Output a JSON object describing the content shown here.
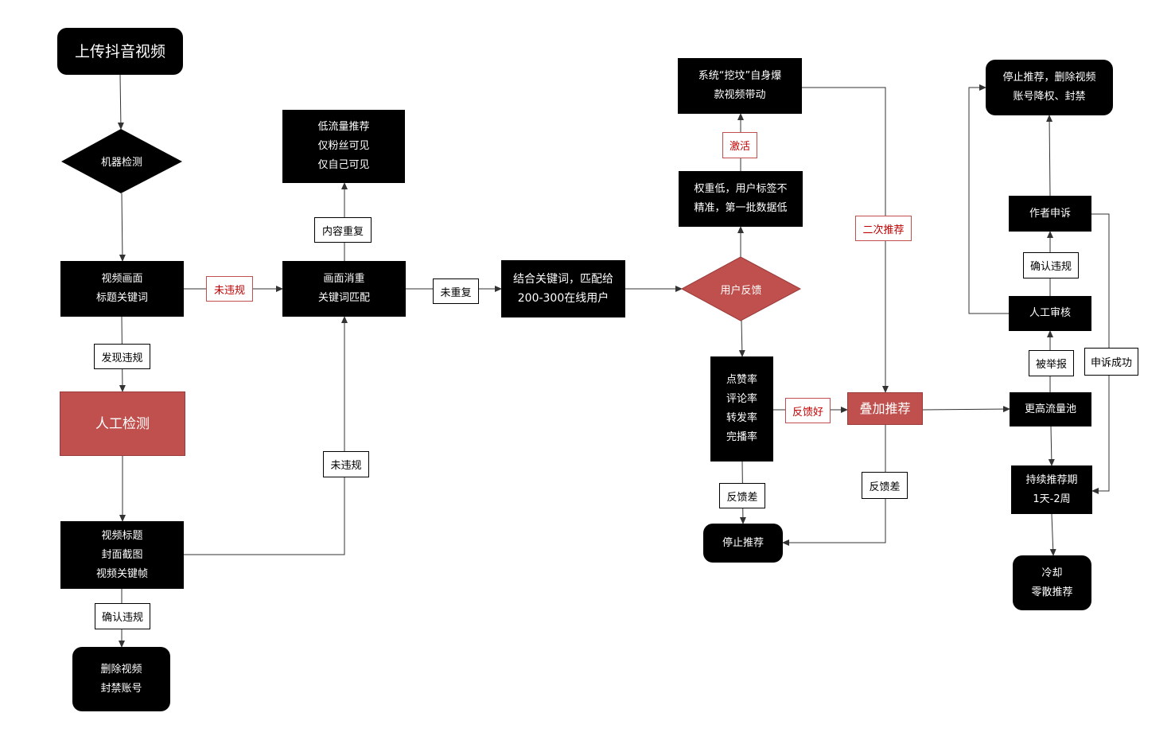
{
  "colors": {
    "node_fill": "#000000",
    "highlight_fill": "#c0504d",
    "edge": "#333333",
    "label_border_red": "#c0504d",
    "label_text_red": "#c00000"
  },
  "nodes": {
    "upload": {
      "lines": [
        "上传抖音视频"
      ]
    },
    "machine_check": {
      "lines": [
        "机器检测"
      ]
    },
    "video_frame_title": {
      "lines": [
        "视频画面",
        "标题关键词"
      ]
    },
    "manual_check": {
      "lines": [
        "人工检测"
      ]
    },
    "video_review_items": {
      "lines": [
        "视频标题",
        "封面截图",
        "视频关键帧"
      ]
    },
    "delete_ban": {
      "lines": [
        "删除视频",
        "封禁账号"
      ]
    },
    "low_traffic": {
      "lines": [
        "低流量推荐",
        "仅粉丝可见",
        "仅自己可见"
      ]
    },
    "dedup_match": {
      "lines": [
        "画面消重",
        "关键词匹配"
      ]
    },
    "match_users": {
      "lines": [
        "结合关键词，匹配给",
        "200-300在线用户"
      ]
    },
    "dig_grave": {
      "lines": [
        "系统“挖坟”自身爆",
        "款视频带动"
      ]
    },
    "low_weight": {
      "lines": [
        "权重低，用户标签不",
        "精准，第一批数据低"
      ]
    },
    "user_feedback": {
      "lines": [
        "用户反馈"
      ]
    },
    "metrics": {
      "lines": [
        "点赞率",
        "评论率",
        "转发率",
        "完播率"
      ]
    },
    "stop_recommend": {
      "lines": [
        "停止推荐"
      ]
    },
    "stack_recommend": {
      "lines": [
        "叠加推荐"
      ]
    },
    "stop_delete": {
      "lines": [
        "停止推荐，删除视频",
        "账号降权、封禁"
      ]
    },
    "author_appeal": {
      "lines": [
        "作者申诉"
      ]
    },
    "manual_review": {
      "lines": [
        "人工审核"
      ]
    },
    "higher_pool": {
      "lines": [
        "更高流量池"
      ]
    },
    "continuous": {
      "lines": [
        "持续推荐期",
        "1天-2周"
      ]
    },
    "cooldown": {
      "lines": [
        "冷却",
        "零散推荐"
      ]
    }
  },
  "edge_labels": {
    "not_violation_1": "未违规",
    "found_violation": "发现违规",
    "confirm_violation_1": "确认违规",
    "not_violation_2": "未违规",
    "content_duplicate": "内容重复",
    "not_duplicate": "未重复",
    "activate": "激活",
    "second_recommend": "二次推荐",
    "feedback_good": "反馈好",
    "feedback_bad_1": "反馈差",
    "feedback_bad_2": "反馈差",
    "confirm_violation_2": "确认违规",
    "reported": "被举报",
    "appeal_success": "申诉成功"
  }
}
